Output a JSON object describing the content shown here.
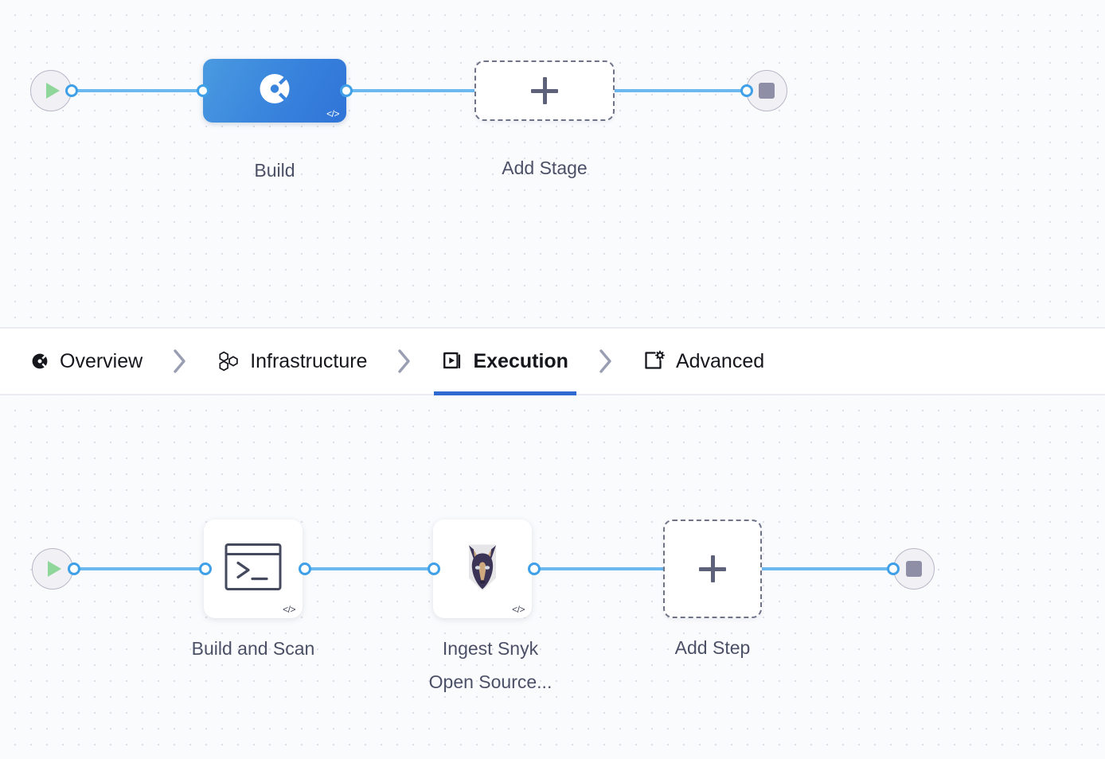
{
  "pipeline": {
    "stage_row": {
      "start_node": {
        "icon": "play-icon",
        "name": "pipeline-start"
      },
      "end_node": {
        "icon": "stop-icon",
        "name": "pipeline-end"
      },
      "stages": [
        {
          "label": "Build",
          "icon": "build-stage-icon",
          "badge": "</>",
          "selected": true,
          "accent": "#3984dd"
        }
      ],
      "add_stage": {
        "label": "Add Stage",
        "icon": "plus-icon"
      }
    },
    "step_row": {
      "start_node": {
        "icon": "play-icon",
        "name": "execution-start"
      },
      "end_node": {
        "icon": "stop-icon",
        "name": "execution-end"
      },
      "steps": [
        {
          "label": "Build and Scan",
          "icon": "terminal-icon",
          "badge": "</>"
        },
        {
          "label": "Ingest Snyk\nOpen Source...",
          "icon": "snyk-dog-icon",
          "badge": "</>"
        }
      ],
      "add_step": {
        "label": "Add Step",
        "icon": "plus-icon"
      }
    }
  },
  "tabs": {
    "items": [
      {
        "label": "Overview",
        "icon": "overview-pie-icon",
        "active": false
      },
      {
        "label": "Infrastructure",
        "icon": "hexagon-cluster-icon",
        "active": false
      },
      {
        "label": "Execution",
        "icon": "execution-play-icon",
        "active": true
      },
      {
        "label": "Advanced",
        "icon": "advanced-gear-icon",
        "active": false
      }
    ],
    "separator": "chevron-right-icon",
    "active_color": "#2e6ad1"
  },
  "colors": {
    "edge": "#6cb9f0",
    "port_ring": "#3fa0e8",
    "canvas_bg": "#fafbfd",
    "grid_dot": "#dcdfe8",
    "caption_text": "#4c5067",
    "stage_selected": "#3984dd"
  }
}
